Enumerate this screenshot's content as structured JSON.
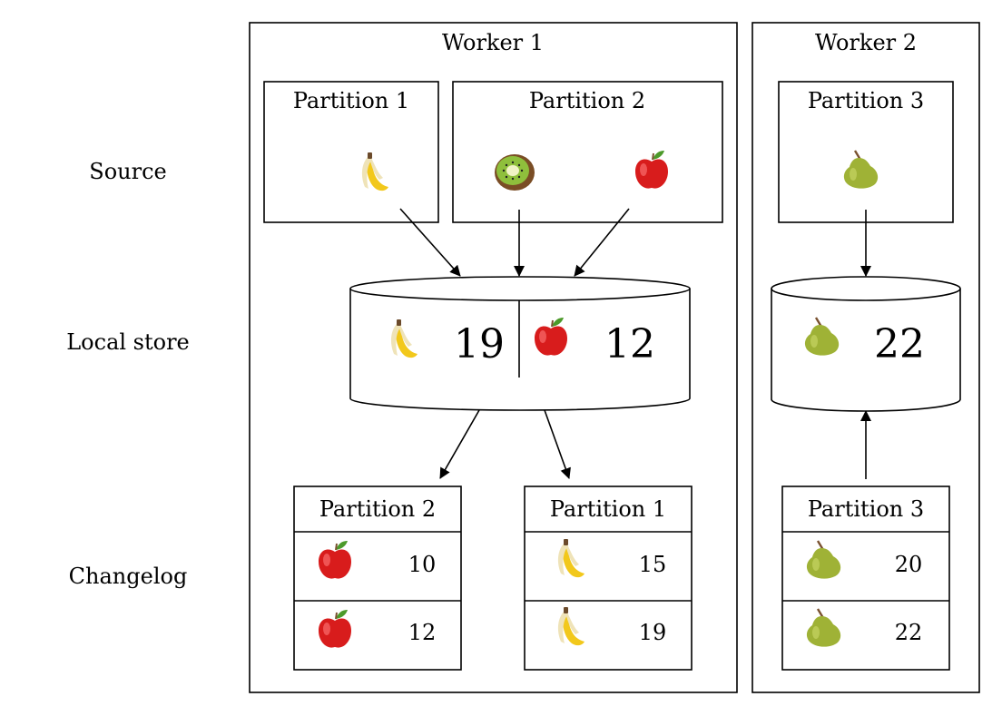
{
  "row_labels": {
    "source": "Source",
    "local_store": "Local store",
    "changelog": "Changelog"
  },
  "worker1": {
    "title": "Worker 1",
    "source_partitions": [
      {
        "title": "Partition 1",
        "fruits": [
          "banana"
        ]
      },
      {
        "title": "Partition 2",
        "fruits": [
          "kiwi",
          "apple"
        ]
      }
    ],
    "store": [
      {
        "fruit": "banana",
        "value": "19"
      },
      {
        "fruit": "apple",
        "value": "12"
      }
    ],
    "changelog": [
      {
        "title": "Partition 2",
        "rows": [
          {
            "fruit": "apple",
            "value": "10"
          },
          {
            "fruit": "apple",
            "value": "12"
          }
        ]
      },
      {
        "title": "Partition 1",
        "rows": [
          {
            "fruit": "banana",
            "value": "15"
          },
          {
            "fruit": "banana",
            "value": "19"
          }
        ]
      }
    ]
  },
  "worker2": {
    "title": "Worker 2",
    "source_partitions": [
      {
        "title": "Partition 3",
        "fruits": [
          "pear"
        ]
      }
    ],
    "store": [
      {
        "fruit": "pear",
        "value": "22"
      }
    ],
    "changelog": [
      {
        "title": "Partition 3",
        "rows": [
          {
            "fruit": "pear",
            "value": "20"
          },
          {
            "fruit": "pear",
            "value": "22"
          }
        ]
      }
    ]
  },
  "icons": {
    "banana": "banana-icon",
    "apple": "apple-icon",
    "kiwi": "kiwi-icon",
    "pear": "pear-icon"
  },
  "colors": {
    "apple": "#d81c1c",
    "banana": "#f2c81b",
    "kiwi": "#7ba43a",
    "pear": "#9fb236",
    "stem": "#7a5230",
    "leaf": "#4c9a2a"
  }
}
